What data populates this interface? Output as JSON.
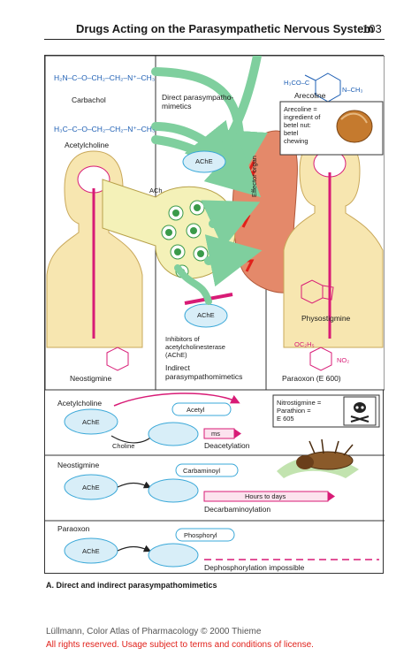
{
  "header": {
    "title": "Drugs Acting on the Parasympathetic Nervous System",
    "page_number": "103"
  },
  "top_panel": {
    "carbachol_formula": "H₂N–C–O–CH₂–CH₂–N⁺–CH₃",
    "carbachol_label": "Carbachol",
    "acetylcholine_formula": "H₃C–C–O–CH₂–CH₂–N⁺–CH₃",
    "acetylcholine_label": "Acetylcholine",
    "direct_label": "Direct parasympatho-\nmimetics",
    "arecoline_label": "Arecoline",
    "arecoline_formula_a": "H₃CO–C",
    "arecoline_formula_b": "N–CH₃",
    "arecoline_note": "Arecoline =\ningredient of\nbetel nut:\nbetel\nchewing",
    "ache_label_top": "AChE",
    "ach_label": "ACh",
    "effector_label": "Effector organ",
    "ache_label_inhibited": "AChE",
    "inhibitors_label": "Inhibitors of\nacetylcholinesterase\n(AChE)",
    "indirect_label": "Indirect\nparasympathomimetics",
    "neostigmine_label": "Neostigmine",
    "physostigmine_label": "Physostigmine",
    "paraoxon_label": "Paraoxon (E 600)",
    "no2_label": "NO₂",
    "oc2h5": "OC₂H₅"
  },
  "bottom_panel": {
    "row1": {
      "substrate": "Acetylcholine",
      "enzyme": "AChE",
      "product": "Acetyl",
      "leaving": "Choline",
      "time": "ms",
      "process": "Deacetylation"
    },
    "row2": {
      "substrate": "Neostigmine",
      "enzyme": "AChE",
      "product": "Carbaminoyl",
      "time": "Hours to days",
      "process": "Decarbaminoylation"
    },
    "row3": {
      "substrate": "Paraoxon",
      "enzyme": "AChE",
      "product": "Phosphoryl",
      "process": "Dephosphorylation impossible"
    },
    "nitrostigmine_note": "Nitrostigmine =\nParathion =\nE 605"
  },
  "caption": "A. Direct and indirect parasympathomimetics",
  "footer": {
    "credit": "Lüllmann, Color Atlas of Pharmacology © 2000 Thieme",
    "license": "All rights reserved. Usage subject to terms and conditions of license."
  },
  "colors": {
    "arrow_green": "#7fcf9e",
    "ache_fill": "#d8eef8",
    "ache_border": "#3aa8d8",
    "vesicle_fill": "#f4f1b8",
    "effector_fill": "#e4896a",
    "skin": "#f7e6b0",
    "magenta": "#d81b76",
    "red_text": "#e0201a"
  }
}
